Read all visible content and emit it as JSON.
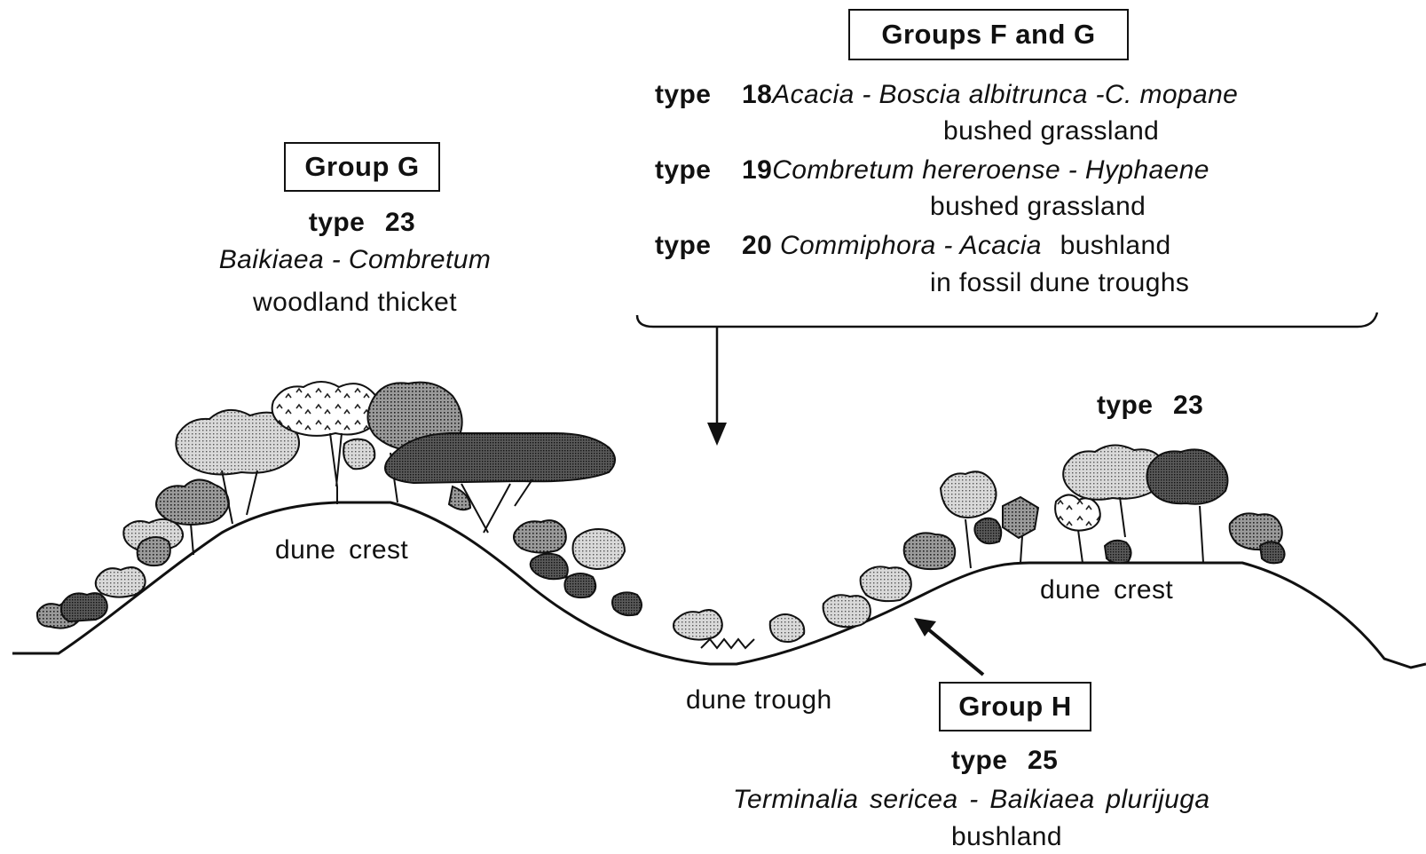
{
  "groupFG": {
    "title": "Groups F and G",
    "rows": [
      {
        "type": "type",
        "num": "18",
        "species": "Acacia - Boscia albitrunca -C. mopane",
        "veg": "bushed grassland"
      },
      {
        "type": "type",
        "num": "19",
        "species": "Combretum hereroense - Hyphaene",
        "veg": "bushed grassland"
      },
      {
        "type": "type",
        "num": "20",
        "species": "Commiphora - Acacia",
        "veg_inline": "bushland",
        "veg": "in fossil dune troughs"
      }
    ]
  },
  "groupG": {
    "title": "Group G",
    "type_line": "type 23",
    "species": "Baikiaea - Combretum",
    "veg": "woodland thicket"
  },
  "right_type": "type 23",
  "labels": {
    "crest_left": "dune crest",
    "crest_right": "dune crest",
    "trough": "dune trough"
  },
  "groupH": {
    "title": "Group H",
    "type_line": "type 25",
    "species": "Terminalia sericea - Baikiaea plurijuga",
    "veg": "bushland"
  }
}
